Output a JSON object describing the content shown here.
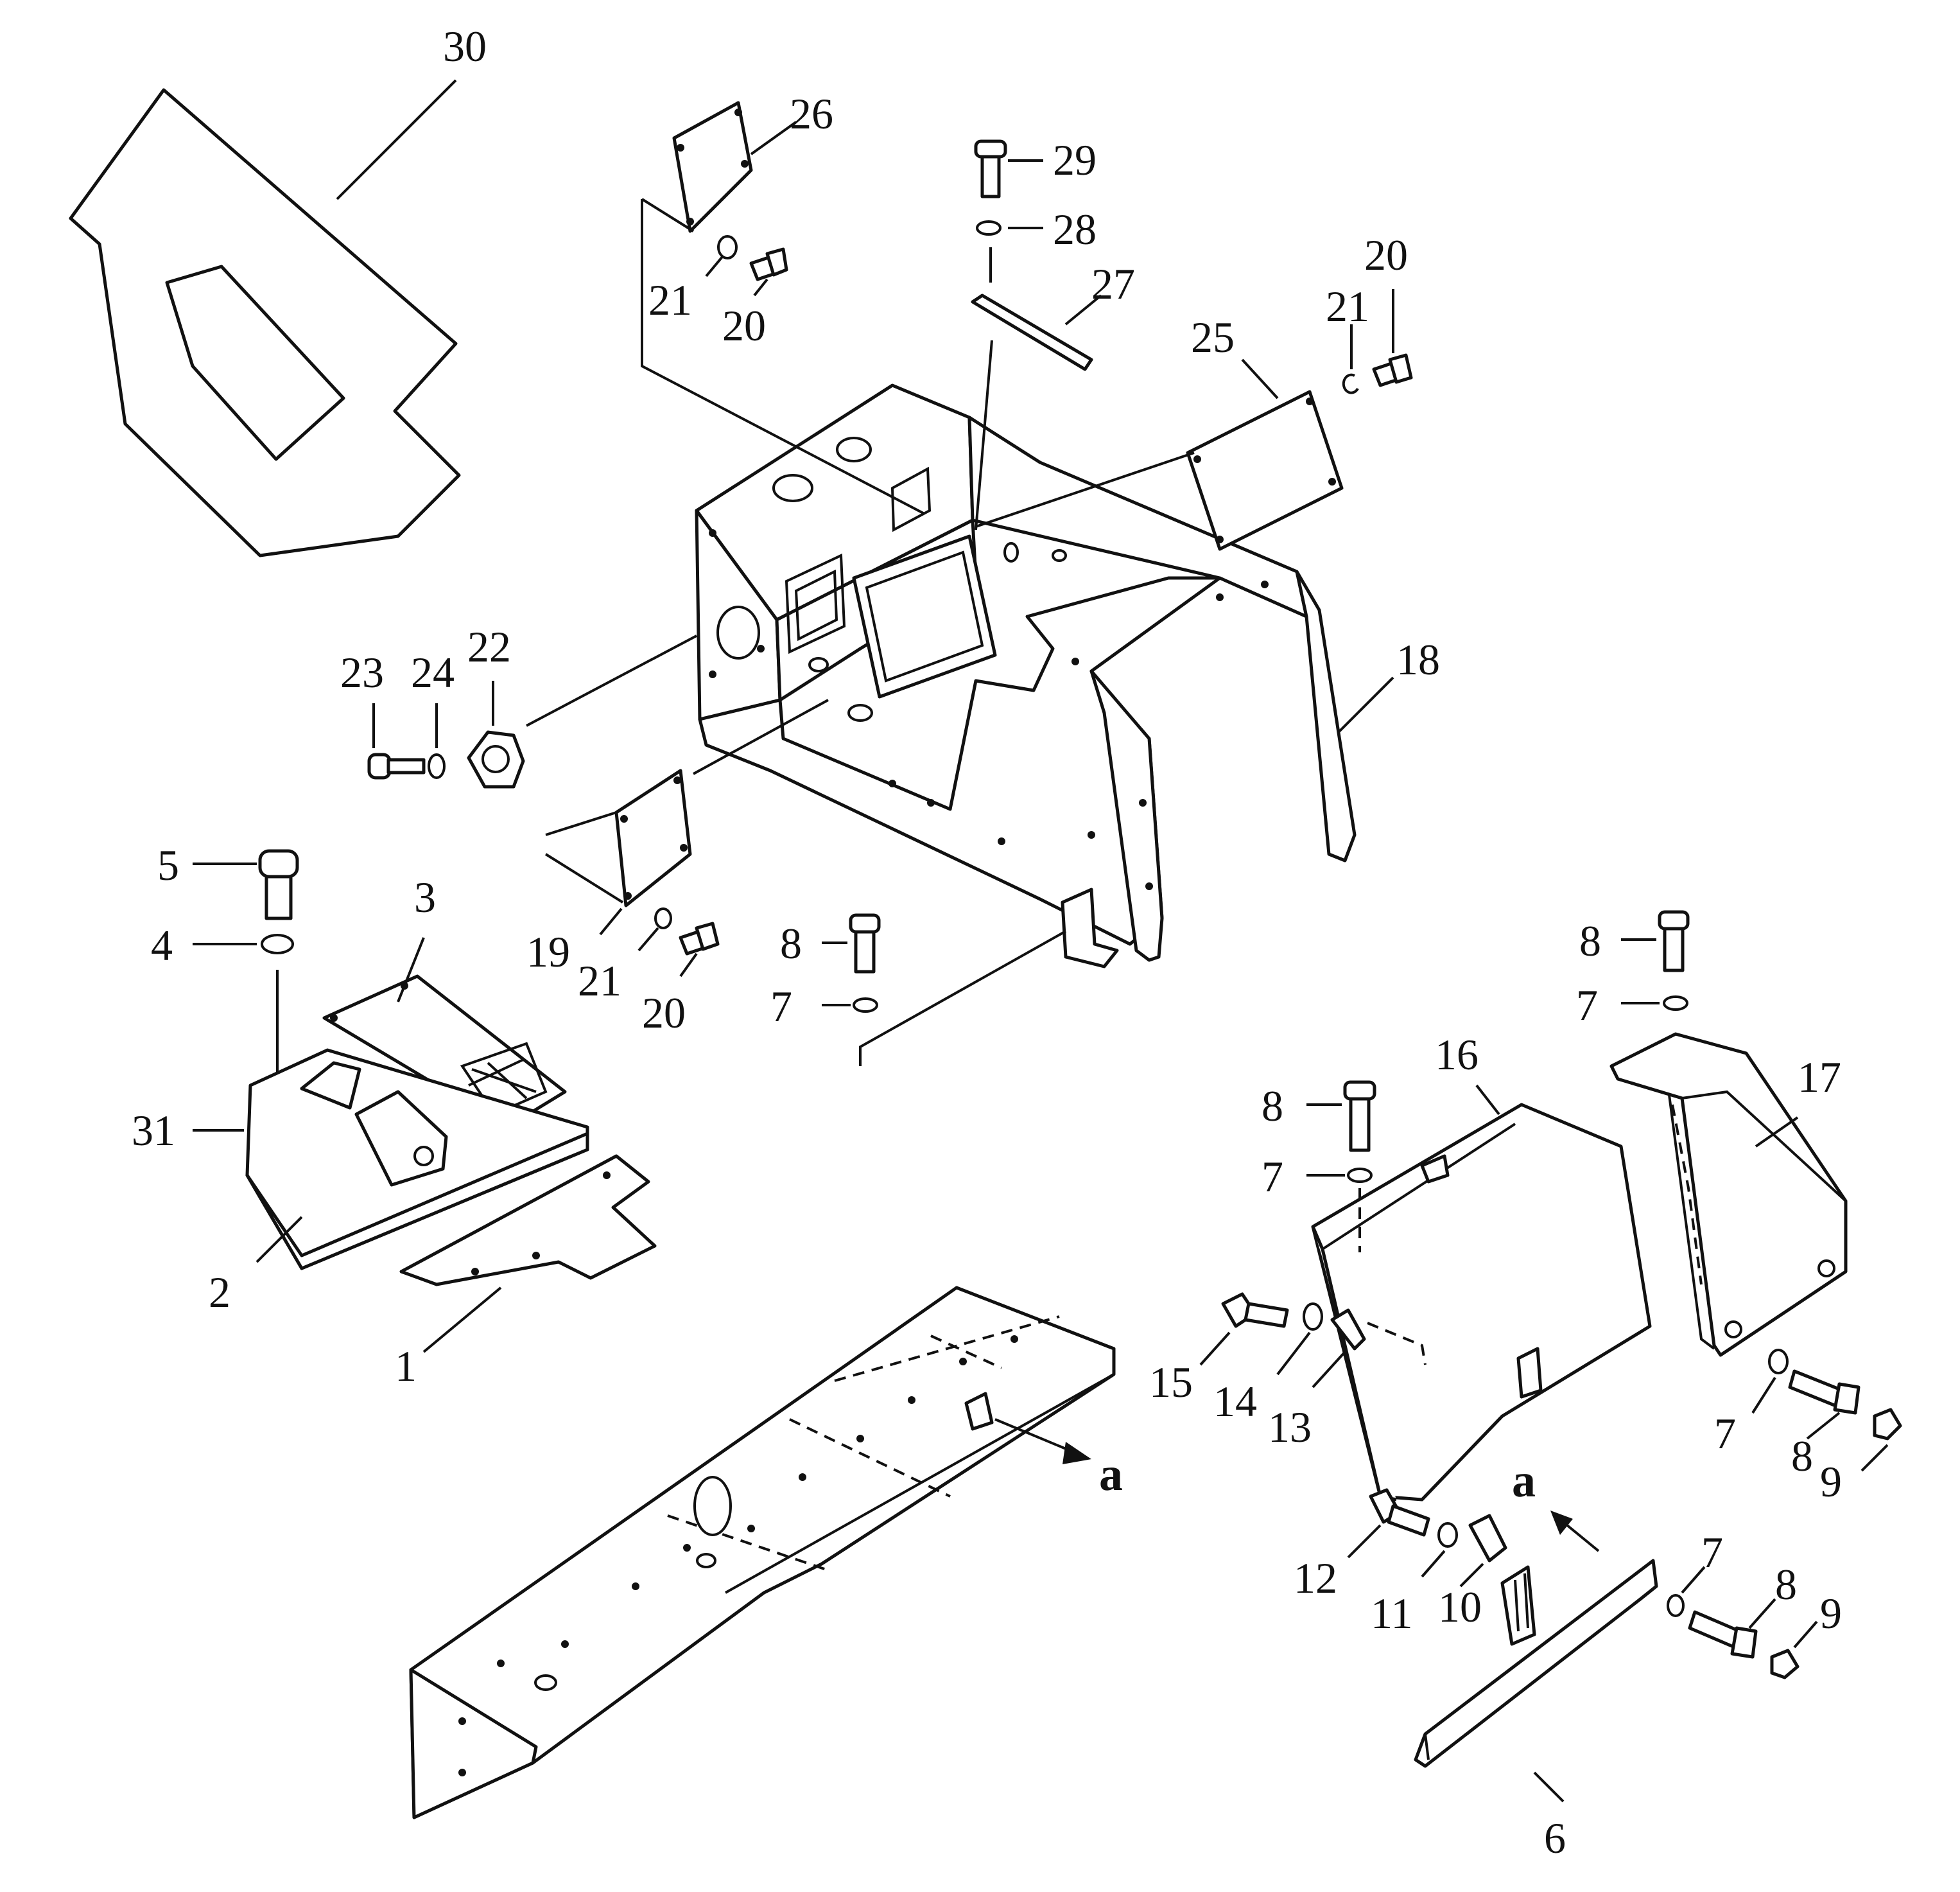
{
  "callouts": [
    {
      "id": "c30",
      "text": "30"
    },
    {
      "id": "c26",
      "text": "26"
    },
    {
      "id": "c21a",
      "text": "21"
    },
    {
      "id": "c20a",
      "text": "20"
    },
    {
      "id": "c29",
      "text": "29"
    },
    {
      "id": "c28",
      "text": "28"
    },
    {
      "id": "c27",
      "text": "27"
    },
    {
      "id": "c20b",
      "text": "20"
    },
    {
      "id": "c21b",
      "text": "21"
    },
    {
      "id": "c25",
      "text": "25"
    },
    {
      "id": "c18",
      "text": "18"
    },
    {
      "id": "c23",
      "text": "23"
    },
    {
      "id": "c24",
      "text": "24"
    },
    {
      "id": "c22",
      "text": "22"
    },
    {
      "id": "c5",
      "text": "5"
    },
    {
      "id": "c4",
      "text": "4"
    },
    {
      "id": "c3",
      "text": "3"
    },
    {
      "id": "c31",
      "text": "31"
    },
    {
      "id": "c2",
      "text": "2"
    },
    {
      "id": "c1",
      "text": "1"
    },
    {
      "id": "c19",
      "text": "19"
    },
    {
      "id": "c21c",
      "text": "21"
    },
    {
      "id": "c20c",
      "text": "20"
    },
    {
      "id": "c8a",
      "text": "8"
    },
    {
      "id": "c7a",
      "text": "7"
    },
    {
      "id": "c8b",
      "text": "8"
    },
    {
      "id": "c7b",
      "text": "7"
    },
    {
      "id": "c16",
      "text": "16"
    },
    {
      "id": "c17",
      "text": "17"
    },
    {
      "id": "c8c",
      "text": "8"
    },
    {
      "id": "c7c",
      "text": "7"
    },
    {
      "id": "c15",
      "text": "15"
    },
    {
      "id": "c14",
      "text": "14"
    },
    {
      "id": "c13",
      "text": "13"
    },
    {
      "id": "c7d",
      "text": "7"
    },
    {
      "id": "c8d",
      "text": "8"
    },
    {
      "id": "c9a",
      "text": "9"
    },
    {
      "id": "c12",
      "text": "12"
    },
    {
      "id": "c11",
      "text": "11"
    },
    {
      "id": "c10",
      "text": "10"
    },
    {
      "id": "c7e",
      "text": "7"
    },
    {
      "id": "c8e",
      "text": "8"
    },
    {
      "id": "c9b",
      "text": "9"
    },
    {
      "id": "c6",
      "text": "6"
    }
  ],
  "references": [
    {
      "id": "ref-a-frame",
      "text": "a"
    },
    {
      "id": "ref-a-bracket",
      "text": "a"
    }
  ]
}
